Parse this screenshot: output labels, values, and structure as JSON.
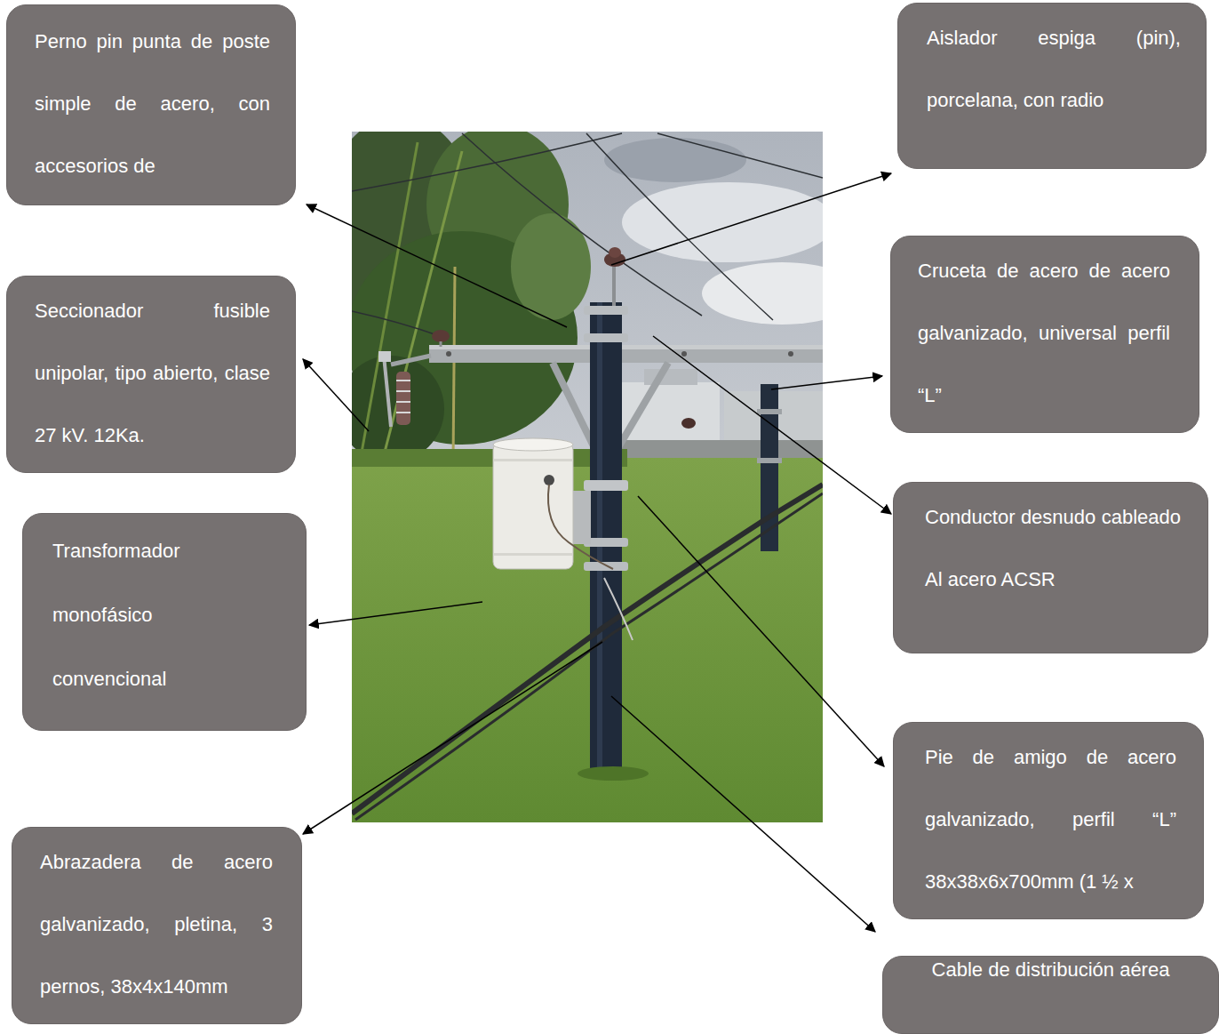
{
  "diagram": {
    "nodes": [
      {
        "text": [
          "Perno pin punta de poste simple de acero, con accesorios de"
        ]
      },
      {
        "text": [
          "Aislador espiga (pin), porcelana, con radio"
        ]
      },
      {
        "text": [
          "Seccionador fusible unipolar, tipo abierto, clase 27 kV. 12Ka."
        ]
      },
      {
        "text": [
          "Cruceta de acero de acero galvanizado, universal perfil “L”"
        ]
      },
      {
        "text": [
          "Conductor desnudo cableado Al acero ACSR"
        ]
      },
      {
        "text": [
          "Transformador monofásico convencional"
        ]
      },
      {
        "text": [
          "Pie de amigo de acero galvanizado, perfil “L” 38x38x6x700mm (1 ½ x"
        ]
      },
      {
        "text": [
          "Abrazadera de acero galvanizado, pletina, 3 pernos, 38x4x140mm"
        ]
      },
      {
        "text": [
          "Cable de distribución aérea"
        ]
      }
    ]
  }
}
